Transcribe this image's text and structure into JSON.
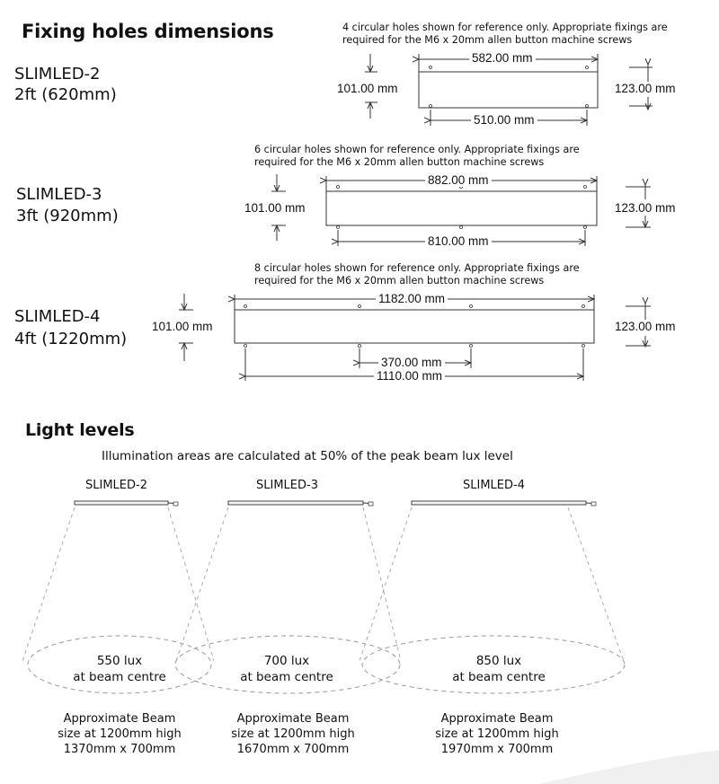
{
  "fixing": {
    "title": "Fixing holes dimensions",
    "rows": [
      {
        "model": "SLIMLED-2",
        "size": "2ft (620mm)",
        "note_line1": "4 circular holes shown for reference only. Appropriate fixings are",
        "note_line2": "required for the M6 x 20mm allen button machine screws",
        "top_dim": "582.00 mm",
        "height_left": "101.00 mm",
        "height_right": "123.00 mm",
        "bottom_dim": "510.00 mm"
      },
      {
        "model": "SLIMLED-3",
        "size": "3ft (920mm)",
        "note_line1": "6 circular holes shown for reference only. Appropriate fixings are",
        "note_line2": "required for the M6 x 20mm allen button machine screws",
        "top_dim": "882.00 mm",
        "height_left": "101.00 mm",
        "height_right": "123.00 mm",
        "bottom_dim": "810.00 mm"
      },
      {
        "model": "SLIMLED-4",
        "size": "4ft (1220mm)",
        "note_line1": "8 circular holes shown for reference only. Appropriate fixings are",
        "note_line2": "required for the M6 x 20mm allen button machine screws",
        "top_dim": "1182.00 mm",
        "height_left": "101.00 mm",
        "height_right": "123.00 mm",
        "mid_dim": "370.00 mm",
        "bottom_dim": "1110.00 mm"
      }
    ]
  },
  "light": {
    "title": "Light levels",
    "subtitle": "Illumination areas are calculated at 50% of the peak beam lux level",
    "lamps": [
      {
        "model": "SLIMLED-2",
        "lux_line1": "550 lux",
        "lux_line2": "at beam centre",
        "cap_line1": "Approximate Beam",
        "cap_line2": "size at 1200mm high",
        "cap_line3": "1370mm x 700mm"
      },
      {
        "model": "SLIMLED-3",
        "lux_line1": "700 lux",
        "lux_line2": "at beam centre",
        "cap_line1": "Approximate Beam",
        "cap_line2": "size at 1200mm high",
        "cap_line3": "1670mm x 700mm"
      },
      {
        "model": "SLIMLED-4",
        "lux_line1": "850 lux",
        "lux_line2": "at beam centre",
        "cap_line1": "Approximate Beam",
        "cap_line2": "size at 1200mm high",
        "cap_line3": "1970mm x 700mm"
      }
    ]
  }
}
